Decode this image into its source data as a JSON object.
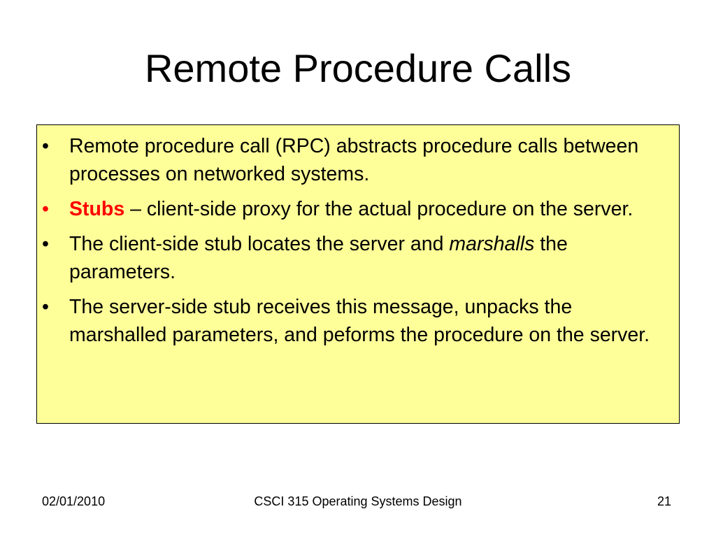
{
  "slide": {
    "title": "Remote Procedure Calls",
    "bullet_glyph": "•",
    "bullets": [
      {
        "text": "Remote procedure call (RPC) abstracts procedure calls between processes on networked systems."
      },
      {
        "term": "Stubs",
        "text": " – client-side proxy for the actual procedure on the server."
      },
      {
        "before": "The client-side stub locates the server and ",
        "emphasis": "marshalls",
        "after": " the parameters."
      },
      {
        "text": "The server-side stub receives this message, unpacks the marshalled parameters, and peforms the procedure on the server."
      }
    ],
    "colors": {
      "box_background": "#ffff99",
      "highlight": "#ff0000"
    }
  },
  "footer": {
    "date": "02/01/2010",
    "course": "CSCI 315 Operating Systems Design",
    "page": "21"
  }
}
